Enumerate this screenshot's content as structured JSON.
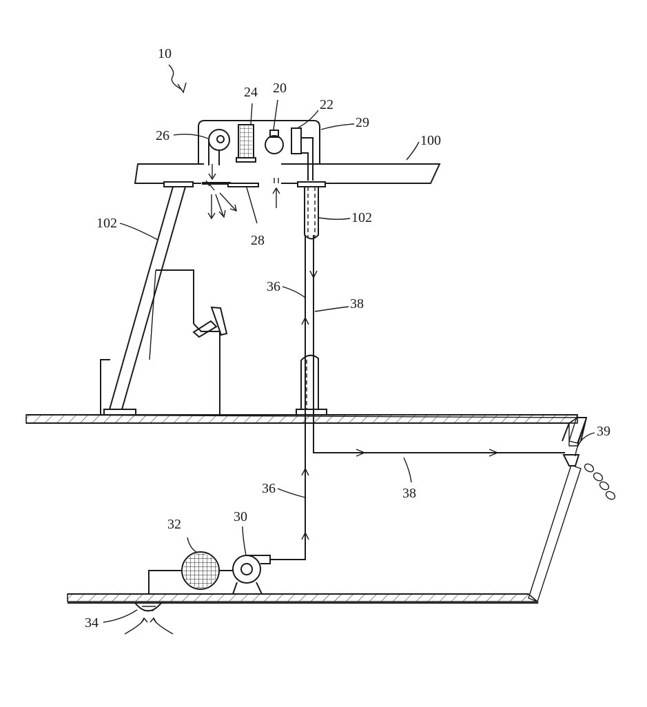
{
  "diagram": {
    "labels": {
      "system": "10",
      "component_20": "20",
      "component_22": "22",
      "component_24": "24",
      "blower_26": "26",
      "vent_28": "28",
      "housing_29": "29",
      "pump_30": "30",
      "filter_32": "32",
      "intake_34": "34",
      "line_36_upper": "36",
      "line_36_lower": "36",
      "line_38_upper": "38",
      "line_38_lower": "38",
      "outlet_39": "39",
      "roof_100": "100",
      "post_102_left": "102",
      "post_102_right": "102"
    }
  }
}
